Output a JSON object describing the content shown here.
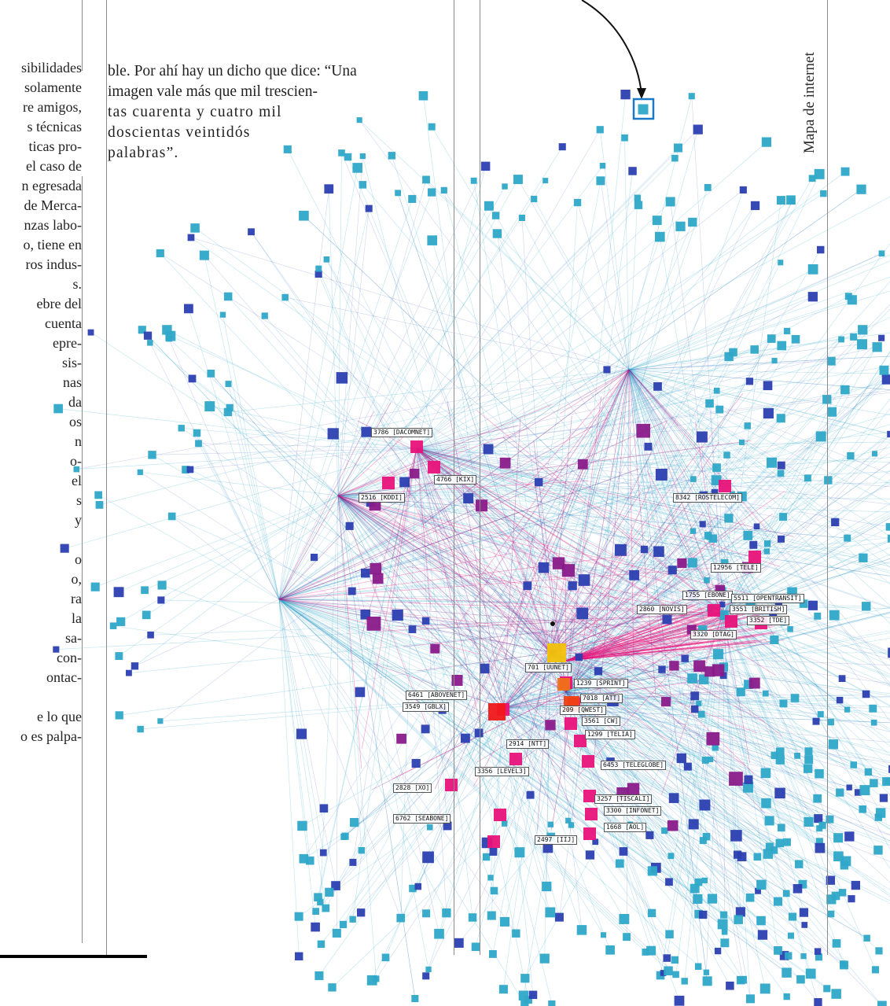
{
  "side_title": "Mapa de internet",
  "quote_lines": [
    "ble. Por ahí hay un dicho que dice: “Una",
    "imagen vale más que mil trescien-",
    "tas cuarenta y cuatro mil",
    "doscientas veintidós",
    "palabras”."
  ],
  "left_column_lines": [
    "sibilidades",
    "solamente",
    "re amigos,",
    "s técnicas",
    "ticas pro-",
    "el caso de",
    "n egresada",
    "de Merca-",
    "nzas labo-",
    "o, tiene en",
    "ros indus-",
    "s.",
    "ebre del",
    "cuenta",
    "epre-",
    "sis-",
    "nas",
    "da",
    "os",
    "n",
    "o-",
    "el",
    "s",
    "y",
    "",
    "o",
    "o,",
    "ra",
    "la",
    "sa-",
    "con-",
    "ontac-",
    "",
    "e lo que",
    "o es palpa-"
  ],
  "node_labels": [
    "3786 [DACOMNET]",
    "4766 [KIX]",
    "2516 [KDDI]",
    "8342 [ROSTELECOM]",
    "12956 [TELE]",
    "1755 [EBONE]",
    "2860 [NOVIS]",
    "3551 [BRITISH]",
    "3352 [TDE]",
    "3320 [DTAG]",
    "701 [UUNET]",
    "1239 [SPRINT]",
    "6461 [ABOVENET]",
    "3549 [GBLX]",
    "3356 [LEVEL3]",
    "7018 [ATT]",
    "209 [QWEST]",
    "3561 [CW]",
    "1299 [TELIA]",
    "2914 [NTT]",
    "6453 [TELEGLOBE]",
    "5511 [OPENTRANSIT]",
    "2828 [XO]",
    "3257 [TISCALI]",
    "3300 [INFONET]",
    "6762 [SEABONE]",
    "1668 [AOL]",
    "2497 [IIJ]"
  ],
  "colors": {
    "periphery": "#2fa8c8",
    "mid": "#2b3fb0",
    "inner": "#8a1a8a",
    "core": "#e8137a",
    "center": "#f2c20a",
    "highlight": "#1a78c8"
  }
}
